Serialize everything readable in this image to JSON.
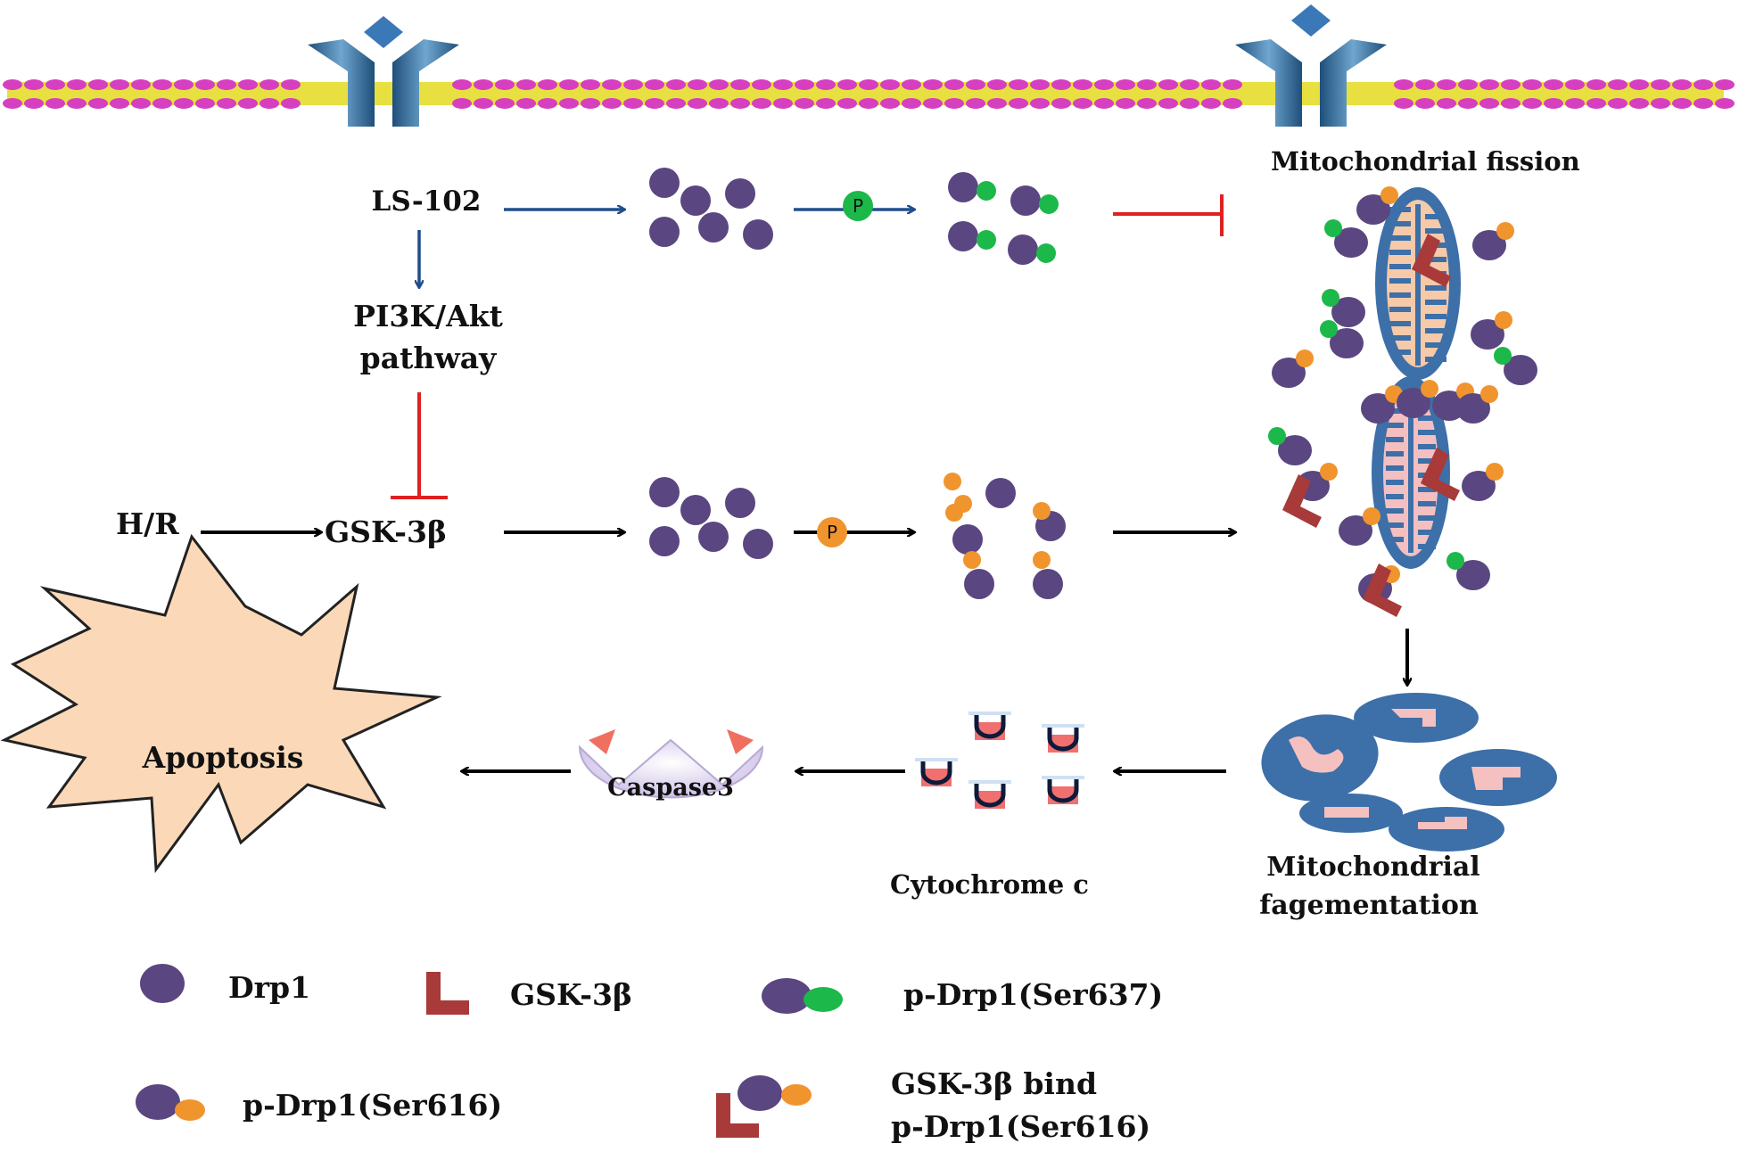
{
  "labels": {
    "ls102": "LS-102",
    "pi3k_line1": "PI3K/Akt",
    "pi3k_line2": "pathway",
    "hr": "H/R",
    "gsk": "GSK-3β",
    "fission": "Mitochondrial fission",
    "frag_line1": "Mitochondrial",
    "frag_line2": "fagementation",
    "cytochrome": "Cytochrome c",
    "caspase": "Caspase3",
    "apoptosis": "Apoptosis",
    "phospho": "P"
  },
  "legend": {
    "drp1": "Drp1",
    "gsk": "GSK-3β",
    "ser637": "p-Drp1(Ser637)",
    "ser616": "p-Drp1(Ser616)",
    "bind_line1": "GSK-3β  bind",
    "bind_line2": "p-Drp1(Ser616)"
  },
  "colors": {
    "drp1": "#5a4680",
    "ser637": "#1db84a",
    "ser616": "#f0942e",
    "gsk": "#a83a3a",
    "mito_outer": "#3d6fa8",
    "mito_inner": "#f6c9a8",
    "receptor": "#2e6fa0",
    "membrane_head": "#d63fc0",
    "membrane_tail": "#e8e040",
    "arrow_activate": "#1f4e8c",
    "arrow_inhibit": "#e02020",
    "apoptosis_fill": "#fbd9b8"
  }
}
